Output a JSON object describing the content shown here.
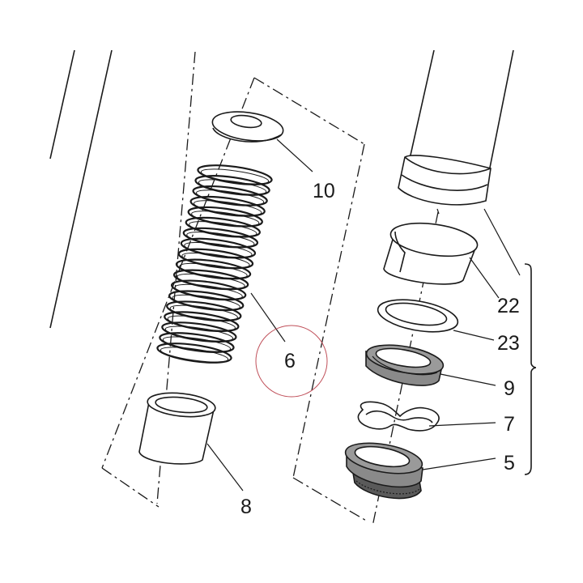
{
  "diagram": {
    "callouts": [
      {
        "id": "10",
        "label": "10"
      },
      {
        "id": "6",
        "label": "6"
      },
      {
        "id": "8",
        "label": "8"
      },
      {
        "id": "22",
        "label": "22"
      },
      {
        "id": "23",
        "label": "23"
      },
      {
        "id": "9",
        "label": "9"
      },
      {
        "id": "7",
        "label": "7"
      },
      {
        "id": "5",
        "label": "5"
      }
    ],
    "colors": {
      "line": "#1a1a1a",
      "part_fill": "#ffffff",
      "seal_grey": "#8a8a8a",
      "seal_dark": "#5a5a5a",
      "highlight_circle": "#c0505a"
    }
  }
}
